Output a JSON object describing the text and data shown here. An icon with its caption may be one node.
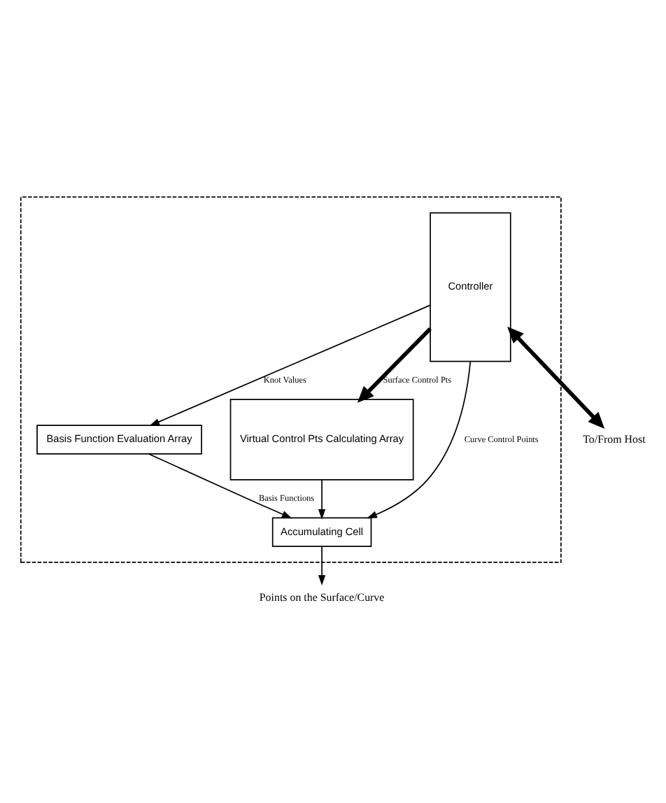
{
  "diagram": {
    "nodes": [
      {
        "text": [],
        "shape": "box"
      },
      {
        "text": [
          "Basis Function Evaluation Array"
        ],
        "in": 0
      },
      {
        "text": [
          "Controller"
        ],
        "in": 0
      },
      {
        "text": [
          "Virtual Control Pts Calculating Array"
        ],
        "in": 0
      },
      {
        "text": [
          "Accumulating Cell"
        ],
        "in": 0
      },
      {
        "text": [
          "To/From Host"
        ]
      },
      {
        "text": [
          "Points on the Surface/Curve"
        ]
      }
    ],
    "edges": [
      {
        "from": 2,
        "to": 1,
        "arrow": "to",
        "label": "Knot Values"
      },
      {
        "from": 1,
        "to": 4,
        "arrow": "to",
        "label": "Basis Functions"
      },
      {
        "from": 2,
        "to": 3,
        "arrow": "to",
        "label": "Surface Control Pts",
        "style": "thick"
      },
      {
        "from": 2,
        "to": 4,
        "arrow": "to",
        "label": "Curve Control Points"
      },
      {
        "from": 3,
        "to": 4,
        "arrow": "to"
      },
      {
        "from": 2,
        "to": 5,
        "arrow": "both",
        "style": "thick"
      },
      {
        "from": 4,
        "to": 6,
        "arrow": "to"
      }
    ]
  }
}
